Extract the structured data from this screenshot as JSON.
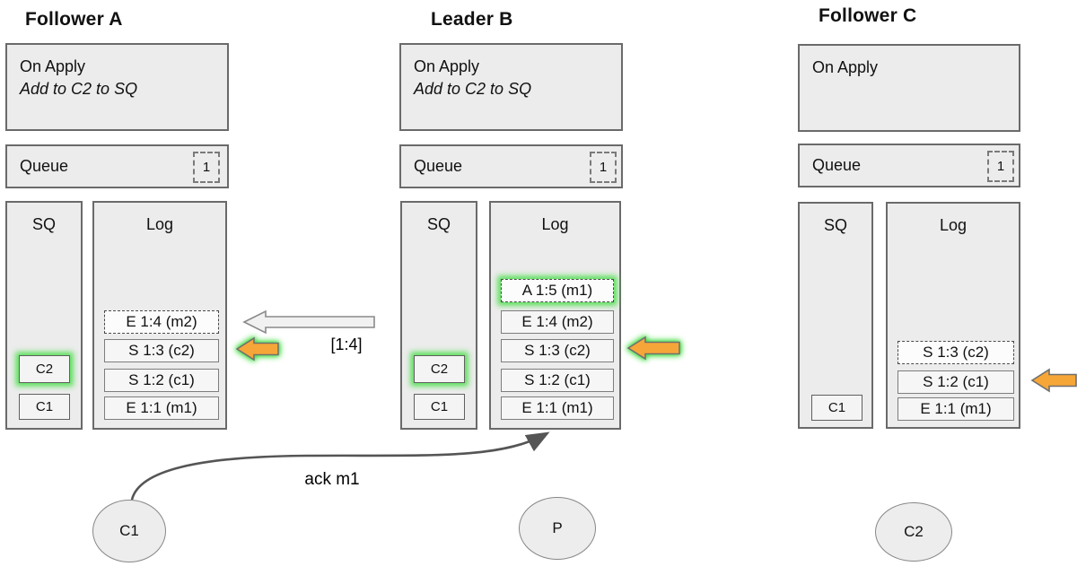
{
  "colors": {
    "box_fill": "#ececec",
    "box_border": "#6a6a6a",
    "entry_fill": "#f6f6f6",
    "entry_border": "#7d7d7d",
    "glow_green": "#4ade4a",
    "arrow_orange": "#f6a637",
    "arrow_white_fill": "#f1f1f1",
    "arrow_outline": "#8a8a8a",
    "ack_arrow_stroke": "#555555"
  },
  "nodes": [
    {
      "title": "Follower A",
      "on_apply": {
        "title": "On Apply",
        "rule": "Add to C2 to SQ"
      },
      "queue": {
        "label": "Queue",
        "badge": "1"
      },
      "sq": {
        "label": "SQ",
        "items": [
          {
            "label": "C2"
          },
          {
            "label": "C1"
          }
        ]
      },
      "log": {
        "label": "Log",
        "entries": [
          {
            "label": "E 1:4 (m2)"
          },
          {
            "label": "S 1:3 (c2)"
          },
          {
            "label": "S 1:2 (c1)"
          },
          {
            "label": "E 1:1 (m1)"
          }
        ]
      }
    },
    {
      "title": "Leader B",
      "on_apply": {
        "title": "On Apply",
        "rule": "Add to C2 to SQ"
      },
      "queue": {
        "label": "Queue",
        "badge": "1"
      },
      "sq": {
        "label": "SQ",
        "items": [
          {
            "label": "C2"
          },
          {
            "label": "C1"
          }
        ]
      },
      "log": {
        "label": "Log",
        "entries": [
          {
            "label": "A 1:5 (m1)"
          },
          {
            "label": "E 1:4 (m2)"
          },
          {
            "label": "S 1:3 (c2)"
          },
          {
            "label": "S 1:2 (c1)"
          },
          {
            "label": "E 1:1 (m1)"
          }
        ]
      }
    },
    {
      "title": "Follower C",
      "on_apply": {
        "title": "On Apply"
      },
      "queue": {
        "label": "Queue",
        "badge": "1"
      },
      "sq": {
        "label": "SQ",
        "items": [
          {
            "label": "C1"
          }
        ]
      },
      "log": {
        "label": "Log",
        "entries": [
          {
            "label": "S 1:3 (c2)"
          },
          {
            "label": "S 1:2 (c1)"
          },
          {
            "label": "E 1:1 (m1)"
          }
        ]
      }
    }
  ],
  "labels": {
    "replication_range": "[1:4]",
    "ack": "ack m1"
  },
  "clients": [
    {
      "label": "C1"
    },
    {
      "label": "P"
    },
    {
      "label": "C2"
    }
  ]
}
